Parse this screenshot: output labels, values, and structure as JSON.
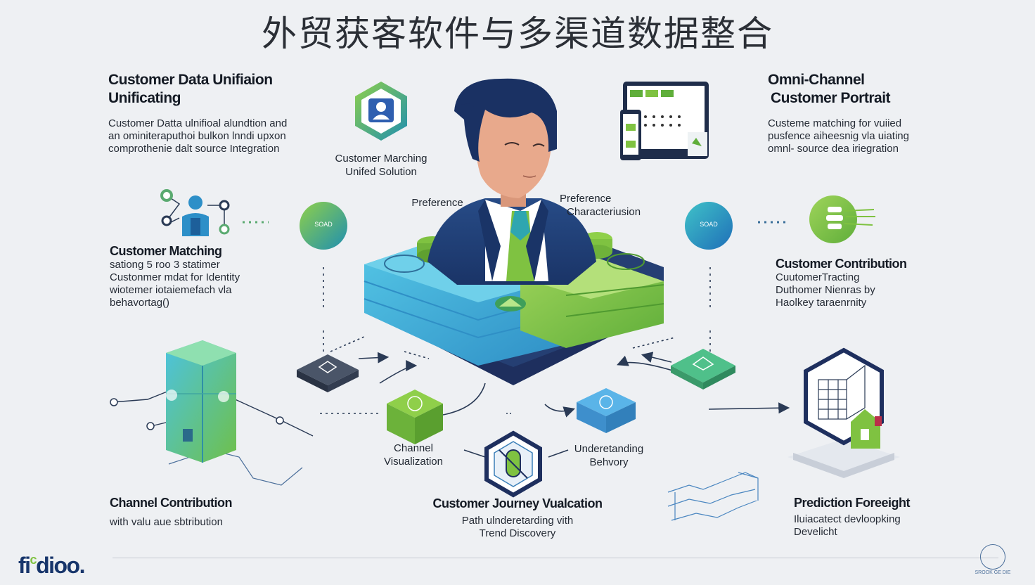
{
  "title": "外贸获客软件与多渠道数据整合",
  "top_left": {
    "heading_line1": "Customer Data Unifiaion",
    "heading_line2": "Unificating",
    "text_line1": "Customer Datta ulnifioal alundtion and",
    "text_line2": "an ominiteraputhoi bulkon lnndi upxon",
    "text_line3": "comprothenie dalt source Integration"
  },
  "top_center_label": {
    "line1": "Customer Marching",
    "line2": "Unifed Solution"
  },
  "top_right": {
    "heading_line1": "Omni-Channel",
    "heading_line2": "Customer Portrait",
    "text_line1": "Custeme matching for vuiied",
    "text_line2": "pusfence aiheesnig vla uiating",
    "text_line3": "omnl- source dea iriegration"
  },
  "preference_left": "Preference",
  "preference_right": {
    "line1": "Preference",
    "line2": "Characteriusion"
  },
  "mid_left": {
    "heading": "Customer Matching",
    "text_line1": "sationg 5 roo 3 statimer",
    "text_line2": "Custonmer mdat for Identity",
    "text_line3": "wiotemer iotaiemefach vla",
    "text_line4": "behavortag()"
  },
  "mid_right": {
    "heading": "Customer Contribution",
    "text_line1": "CuutomerTracting",
    "text_line2": "Duthomer Nienras by",
    "text_line3": "Haolkey taraenrnity"
  },
  "circle_left_text": "SOAD",
  "circle_right_text": "SOAD",
  "channel_visualization": {
    "line1": "Channel",
    "line2": "Visualization"
  },
  "understanding_behavior": {
    "line1": "Underetanding",
    "line2": "Behvory"
  },
  "bottom_left": {
    "heading": "Channel Contribution",
    "text": "with valu aue sbtribution"
  },
  "bottom_center": {
    "heading": "Customer Journey Vualcation",
    "text_line1": "Path ulnderetarding vith",
    "text_line2": "Trend Discovery"
  },
  "bottom_right": {
    "heading": "Prediction Foreeight",
    "text_line1": "Iluiacatect devloopking",
    "text_line2": "Develicht"
  },
  "logo": {
    "text": "fi",
    "accent": "c",
    "rest": "dioo."
  },
  "seal_text": "SROOK GE DIE",
  "colors": {
    "navy": "#1f3a6e",
    "blue": "#3a9fd4",
    "teal": "#41b5b0",
    "green": "#7fc241",
    "slate": "#3d4a5e",
    "background": "#eef0f3"
  },
  "icons": [
    "user-hexagon-icon",
    "tablet-dashboard-icon",
    "person-network-icon",
    "green-pill-icon",
    "customer-cabinet-icon",
    "journey-hexagon-icon",
    "house-shield-icon"
  ]
}
